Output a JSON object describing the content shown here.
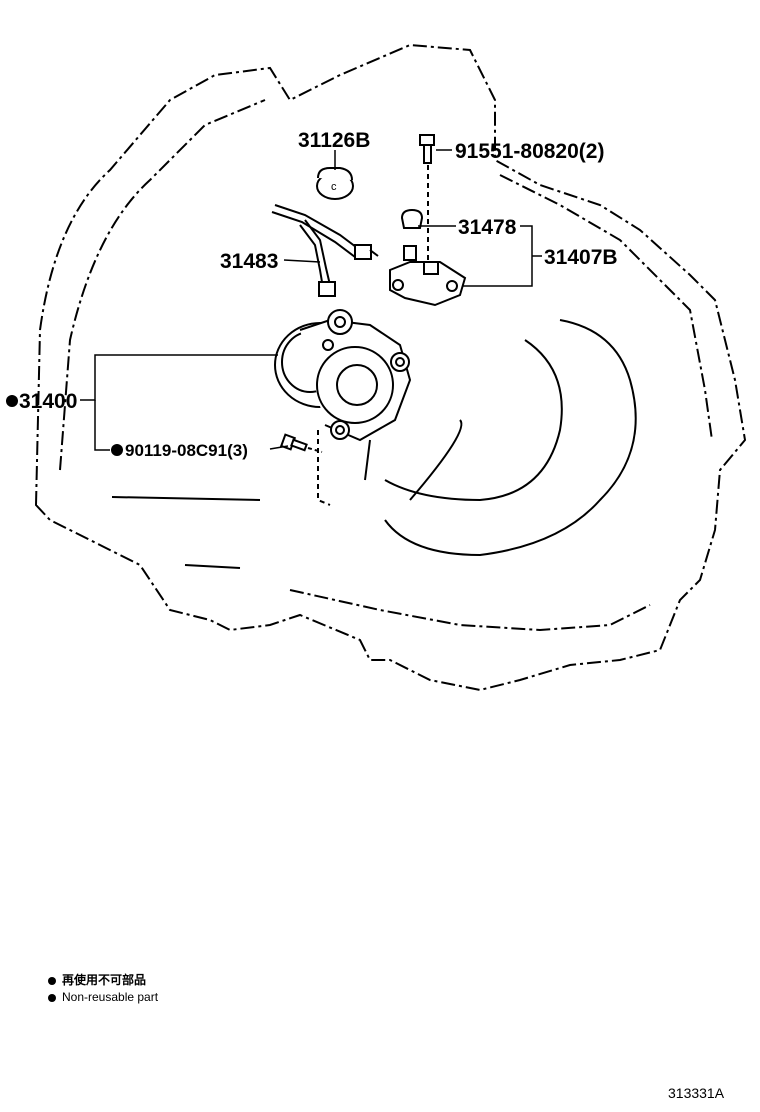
{
  "callouts": {
    "boot": "31126B",
    "bolt_union": "91551-80820(2)",
    "plug": "31478",
    "bracket_assy": "31407B",
    "tube": "31483",
    "cylinder_assy": "31400",
    "cylinder_bolts": "90119-08C91(3)"
  },
  "legend": {
    "line1": "再使用不可部品",
    "line2": "Non-reusable part"
  },
  "diagram_id": "313331A"
}
